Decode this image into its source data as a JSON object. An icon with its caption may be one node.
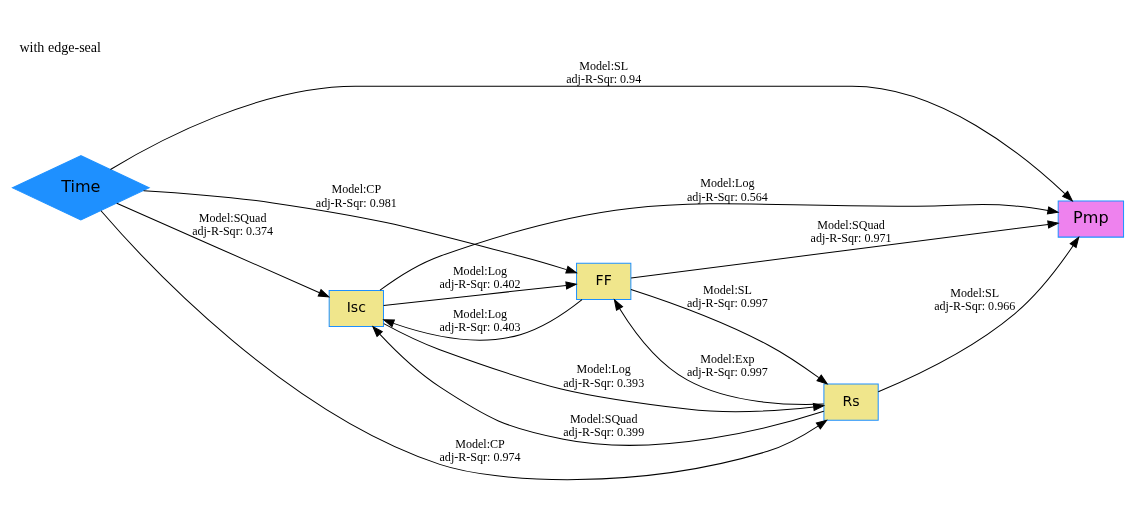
{
  "diagram": {
    "title": "with edge-seal",
    "nodes": [
      {
        "text": [
          "Time"
        ]
      },
      {
        "text": [
          "Isc"
        ]
      },
      {
        "text": [
          "FF"
        ]
      },
      {
        "text": [
          "Rs"
        ]
      },
      {
        "text": [
          "Pmp"
        ]
      }
    ],
    "edges": [
      {
        "from": 0,
        "to": 4,
        "arrow": "to",
        "label": "Model:SL adj-R-Sqr: 0.94"
      },
      {
        "from": 0,
        "to": 2,
        "arrow": "to",
        "label": "Model:CP adj-R-Sqr: 0.981"
      },
      {
        "from": 0,
        "to": 1,
        "arrow": "to",
        "label": "Model:SQuad adj-R-Sqr: 0.374"
      },
      {
        "from": 1,
        "to": 4,
        "arrow": "to",
        "label": "Model:Log adj-R-Sqr: 0.564"
      },
      {
        "from": 2,
        "to": 4,
        "arrow": "to",
        "label": "Model:SQuad adj-R-Sqr: 0.971"
      },
      {
        "from": 1,
        "to": 2,
        "arrow": "to",
        "label": "Model:Log adj-R-Sqr: 0.402"
      },
      {
        "from": 2,
        "to": 1,
        "arrow": "to",
        "label": "Model:Log adj-R-Sqr: 0.403"
      },
      {
        "from": 2,
        "to": 3,
        "arrow": "to",
        "label": "Model:SL adj-R-Sqr: 0.997"
      },
      {
        "from": 3,
        "to": 2,
        "arrow": "to",
        "label": "Model:Exp adj-R-Sqr: 0.997"
      },
      {
        "from": 3,
        "to": 4,
        "arrow": "to",
        "label": "Model:SL adj-R-Sqr: 0.966"
      },
      {
        "from": 1,
        "to": 3,
        "arrow": "to",
        "label": "Model:Log adj-R-Sqr: 0.393"
      },
      {
        "from": 3,
        "to": 1,
        "arrow": "to",
        "label": "Model:SQuad adj-R-Sqr: 0.399"
      },
      {
        "from": 0,
        "to": 3,
        "arrow": "to",
        "label": "Model:CP adj-R-Sqr: 0.974"
      }
    ]
  }
}
